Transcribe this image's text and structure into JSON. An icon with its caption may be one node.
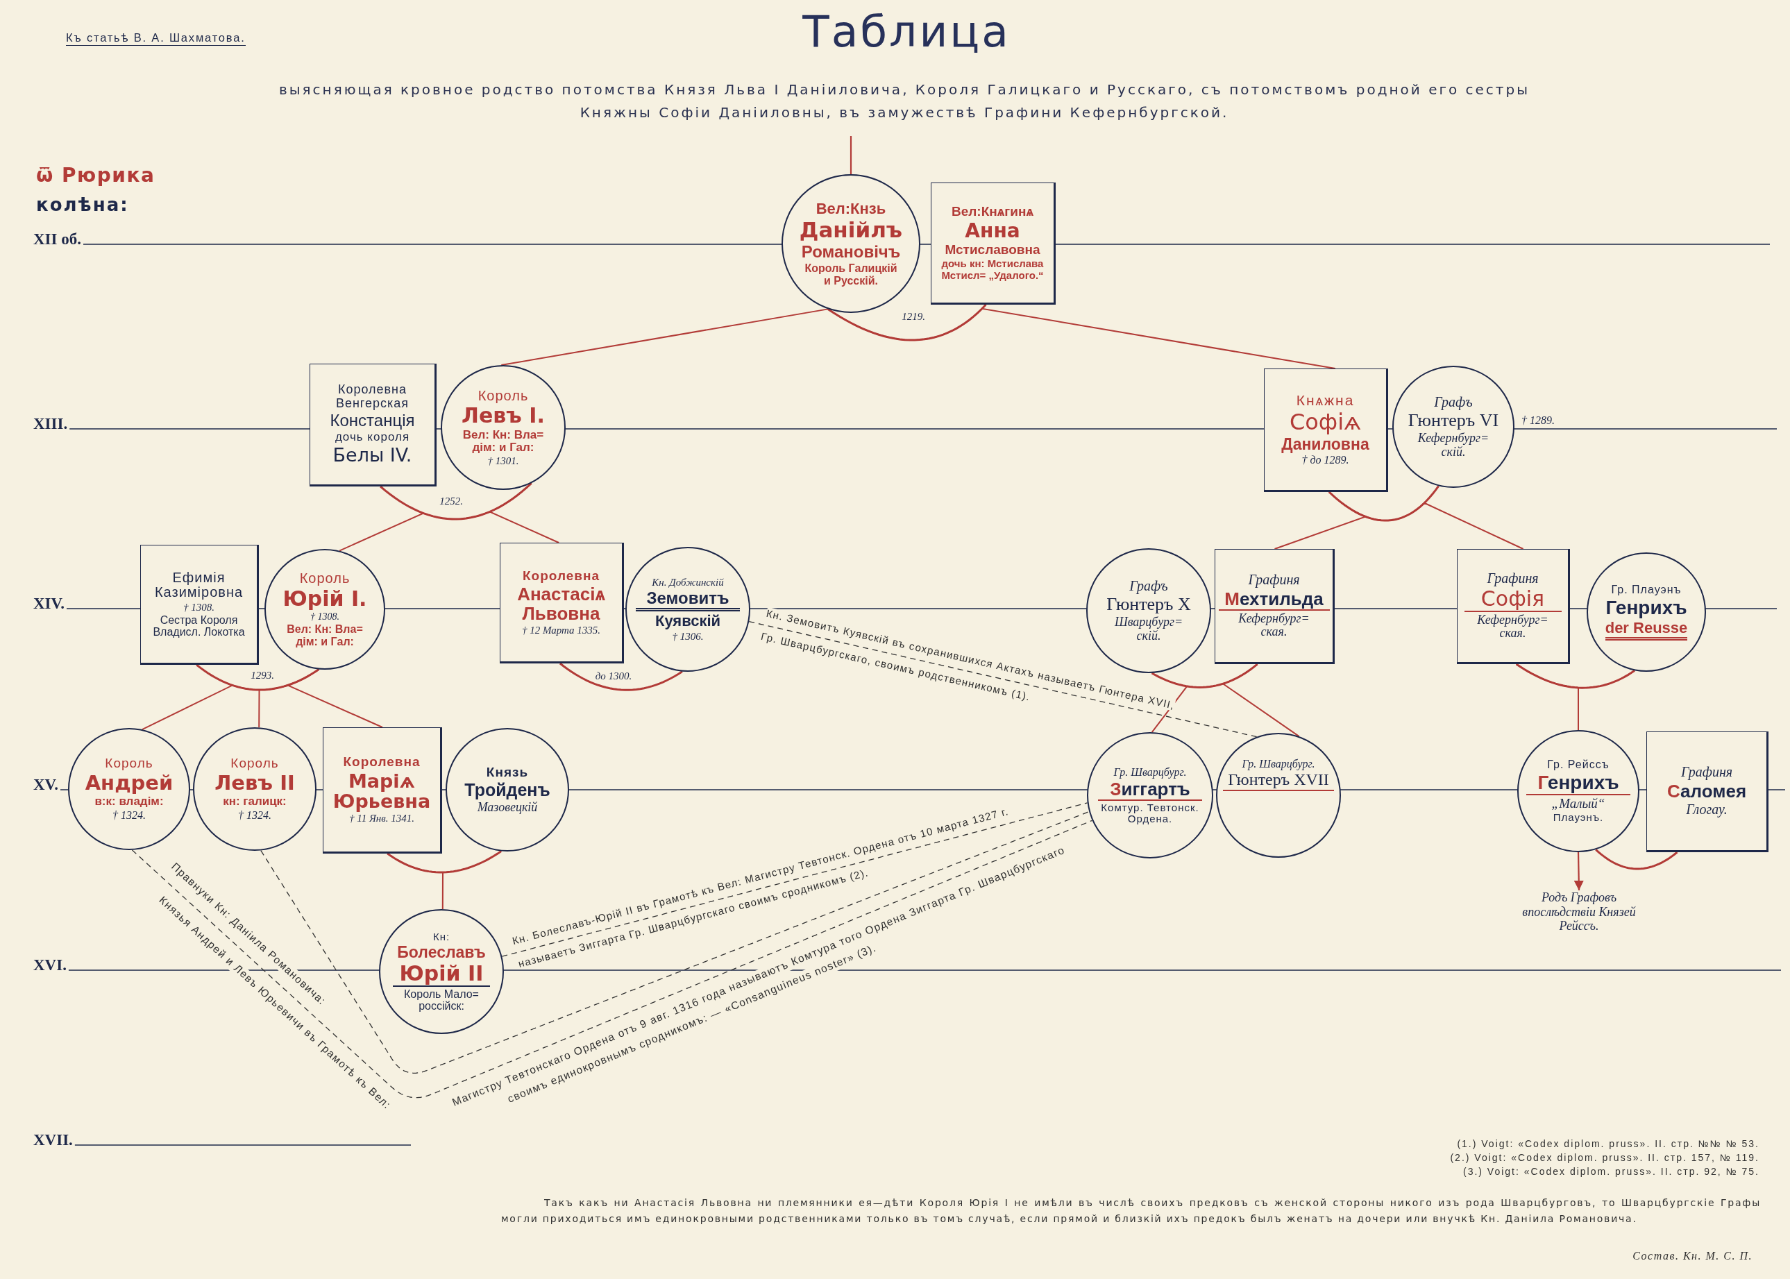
{
  "diagram": {
    "title": "Таблица",
    "nodes": [
      {
        "text": [
          "Вел:Кнзь",
          "Данійлъ",
          "Романовічъ",
          "Король Галицкій и Русскій."
        ]
      },
      {
        "text": [
          "Вел:Кнѧгинѧ",
          "Анна",
          "Мстиславовна",
          "дочь кн: Мстислава Мстисл= „Удалого.“"
        ]
      },
      {
        "text": [
          "Королевна Венгерская",
          "Констанція",
          "дочь короля",
          "Белы IV."
        ]
      },
      {
        "text": [
          "Король",
          "Левъ I.",
          "Вел: Кн: Вла= дім: и Гал:",
          "† 1301."
        ]
      },
      {
        "text": [
          "Кнѧжна",
          "Софіѧ",
          "Даниловна",
          "† до 1289."
        ]
      },
      {
        "text": [
          "Графъ",
          "Гюнтеръ VI",
          "Кефернбург= скій."
        ],
        "beside": [
          "† 1289."
        ]
      },
      {
        "text": [
          "Ефимія Казиміровна",
          "† 1308.",
          "Сестра Короля Владисл. Локотка"
        ]
      },
      {
        "text": [
          "Король",
          "Юрій I.",
          "† 1308.",
          "Вел: Кн: Вла= дім: и Гал:"
        ]
      },
      {
        "text": [
          "Королевна",
          "Анастасіѧ Львовна",
          "† 12 Марта 1335."
        ]
      },
      {
        "text": [
          "Кн. Добжинскій",
          "Земовитъ",
          "Куявскій",
          "† 1306."
        ]
      },
      {
        "text": [
          "Графъ",
          "Гюнтеръ X",
          "Шварцбург= скій."
        ]
      },
      {
        "text": [
          "Графиня",
          "Мехтильда",
          "Кефернбург= ская."
        ]
      },
      {
        "text": [
          "Графиня",
          "Софія",
          "Кефернбург= ская."
        ]
      },
      {
        "text": [
          "Гр. Плауэнъ",
          "Генрихъ",
          "der Reusse"
        ]
      },
      {
        "text": [
          "Король",
          "Андрей",
          "в:к: владім:",
          "† 1324."
        ]
      },
      {
        "text": [
          "Король",
          "Левъ II",
          "кн: галицк:",
          "† 1324."
        ]
      },
      {
        "text": [
          "Королевна",
          "Маріѧ Юрьевна",
          "† 11 Янв. 1341."
        ]
      },
      {
        "text": [
          "Князь",
          "Тройденъ",
          "Мазовецкій"
        ]
      },
      {
        "text": [
          "Гр. Шварцбург.",
          "Зиггартъ",
          "Комтур. Тевтонск. Ордена."
        ]
      },
      {
        "text": [
          "Гр. Шварцбург.",
          "Гюнтеръ XVII"
        ]
      },
      {
        "text": [
          "Гр. Рейссъ",
          "Генрихъ",
          "„Малый“",
          "Плауэнъ."
        ]
      },
      {
        "text": [
          "Графиня",
          "Саломея",
          "Глогау."
        ]
      },
      {
        "text": [
          "Кн:",
          "Болеславъ",
          "Юрій II",
          "Король Мало= россійск:"
        ]
      },
      {
        "text": [
          "Родъ Графовъ впослѣдствіи Князей Рейссъ."
        ]
      }
    ],
    "edges": [
      {
        "from": null,
        "to": 0,
        "arrow": "none"
      },
      {
        "from": 0,
        "to": 1,
        "arrow": "none",
        "label": "1219."
      },
      {
        "from": 0,
        "to": 3,
        "arrow": "none"
      },
      {
        "from": 0,
        "to": 4,
        "arrow": "none"
      },
      {
        "from": 2,
        "to": 3,
        "arrow": "none",
        "label": "1252."
      },
      {
        "from": 4,
        "to": 5,
        "arrow": "none"
      },
      {
        "from": 3,
        "to": 7,
        "arrow": "none"
      },
      {
        "from": 3,
        "to": 8,
        "arrow": "none"
      },
      {
        "from": 6,
        "to": 7,
        "arrow": "none",
        "label": "1293."
      },
      {
        "from": 8,
        "to": 9,
        "arrow": "none",
        "label": "до 1300."
      },
      {
        "from": 4,
        "to": 11,
        "arrow": "none"
      },
      {
        "from": 4,
        "to": 12,
        "arrow": "none"
      },
      {
        "from": 10,
        "to": 11,
        "arrow": "none"
      },
      {
        "from": 12,
        "to": 13,
        "arrow": "none"
      },
      {
        "from": 7,
        "to": 14,
        "arrow": "none"
      },
      {
        "from": 7,
        "to": 15,
        "arrow": "none"
      },
      {
        "from": 7,
        "to": 16,
        "arrow": "none"
      },
      {
        "from": 16,
        "to": 17,
        "arrow": "none"
      },
      {
        "from": 11,
        "to": 18,
        "arrow": "none"
      },
      {
        "from": 11,
        "to": 19,
        "arrow": "none"
      },
      {
        "from": 12,
        "to": 20,
        "arrow": "none"
      },
      {
        "from": 20,
        "to": 21,
        "arrow": "none"
      },
      {
        "from": 16,
        "to": 22,
        "arrow": "none"
      },
      {
        "from": 20,
        "to": 23,
        "arrow": "to"
      },
      {
        "from": 9,
        "to": 19,
        "arrow": "none",
        "label": "Кн. Земовитъ Куявскій въ сохранившихся Актахъ называетъ Гюнтера XVII, Гр. Шварцбургскаго, своимъ родственникомъ (1).",
        "style": "dashed",
        "color": "#333333"
      },
      {
        "from": 22,
        "to": 18,
        "arrow": "none",
        "label": "Кн. Болеславъ-Юрій II въ Грамотѣ къ Вел: Магистру Тевтонск. Ордена отъ 10 марта 1327 г. называетъ Зиггарта Гр. Шварцбургскаго своимъ сродникомъ (2).",
        "style": "dashed",
        "color": "#333333"
      },
      {
        "from": 14,
        "to": 18,
        "arrow": "none",
        "style": "dashed",
        "color": "#333333"
      },
      {
        "from": 15,
        "to": 18,
        "arrow": "none",
        "style": "dashed",
        "color": "#333333"
      }
    ],
    "labels": [
      "Къ статьѣ В. А. Шахматова.",
      "выясняющая кровное родство потомства Князя Льва I Даніиловича, Короля Галицкаго и Русскаго, съ потомствомъ родной его сестры Княжны Софіи Даніиловны, въ замужествѣ Графини Кефернбургской.",
      "ѿ Рюрика",
      "колѣна:",
      "XII об.",
      "XIII.",
      "XIV.",
      "XV.",
      "XVI.",
      "Правнуки Кн: Даніила Романовича:",
      "Князья Андрей и Левъ Юрьевичи въ Грамотѣ къ Вел:",
      "Магистру Тевтонскаго Ордена отъ 9 авг. 1316 года называютъ Комтура того Ордена Зиггарта Гр. Шварцбургскаго",
      "своимъ единокровнымъ сродникомъ: — «Consanguineus noster» (3).",
      "XVII.",
      "(1.) Voigt: «Codex diplom. pruss». II. стр. №№ № 53.",
      "(2.) Voigt: «Codex diplom. pruss». II. стр. 157, № 119.",
      "(3.) Voigt: «Codex diplom. pruss». II. стр. 92, № 75.",
      "Такъ какъ ни Анастасія Львовна ни племянники ея—дѣти Короля Юрія I не имѣли въ числѣ своихъ предковъ съ женской стороны никого изъ рода Шварцбурговъ, то Шварцбургскіе Графы могли приходиться имъ единокровными родственниками только въ томъ случаѣ, если прямой и близкій ихъ предокъ былъ женатъ на дочери или внучкѣ Кн. Даніила Романовича.",
      "Состав. Кн. М. С. П."
    ]
  }
}
